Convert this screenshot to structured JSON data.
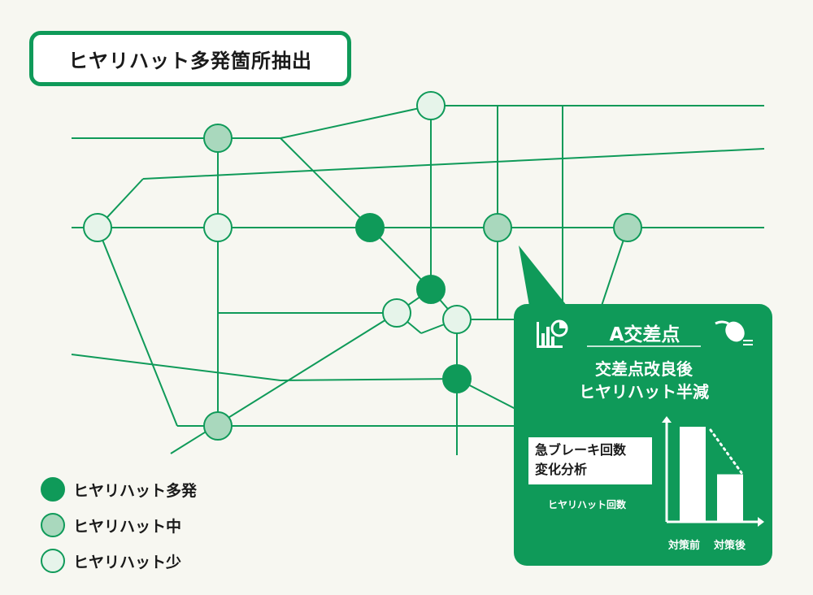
{
  "title": "ヒヤリハット多発箇所抽出",
  "colors": {
    "green": "#0f9a59",
    "mid_fill": "#a9d8bd",
    "low_fill": "#e6f4ea",
    "background": "#f7f7f1"
  },
  "legend": [
    {
      "label": "ヒヤリハット多発",
      "level": "high"
    },
    {
      "label": "ヒヤリハット中",
      "level": "mid"
    },
    {
      "label": "ヒヤリハット少",
      "level": "low"
    }
  ],
  "callout": {
    "title": "A交差点",
    "subtitle": [
      "交差点改良後",
      "ヒヤリハット半減"
    ],
    "analysis": [
      "急ブレーキ回数",
      "変化分析"
    ],
    "count_label": "ヒヤリハット回数",
    "icons": [
      "chart-icon",
      "mouse-icon"
    ]
  },
  "chart_data": {
    "type": "bar",
    "categories": [
      "対策前",
      "対策後"
    ],
    "values": [
      1.0,
      0.5
    ],
    "ylabel": "ヒヤリハット回数"
  }
}
